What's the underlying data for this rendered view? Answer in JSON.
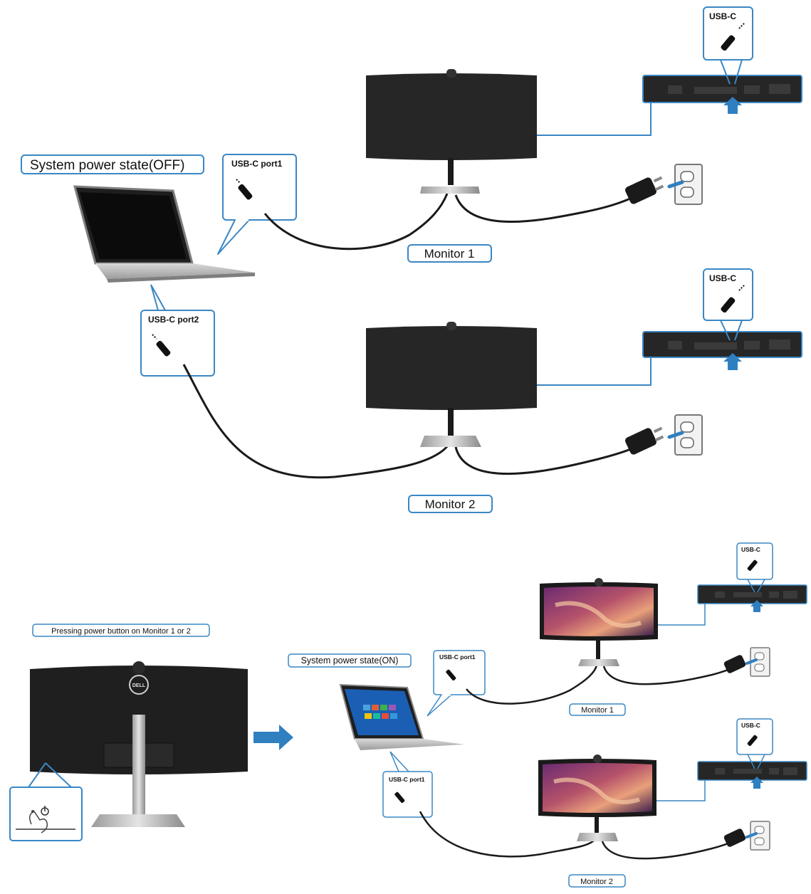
{
  "labels": {
    "sys_off": "System power state(OFF)",
    "monitor1": "Monitor 1",
    "monitor2": "Monitor 2",
    "usbc_port1": "USB-C port1",
    "usbc_port2": "USB-C port2",
    "usbc": "USB-C",
    "pressing": "Pressing power button on Monitor 1 or 2",
    "sys_on": "System power state(ON)",
    "on_port1_a": "USB-C port1",
    "on_port1_b": "USB-C port1",
    "on_monitor1": "Monitor 1",
    "on_monitor2": "Monitor 2",
    "on_usbc_1": "USB-C",
    "on_usbc_2": "USB-C",
    "brand": "DELL"
  },
  "colors": {
    "accent_blue": "#3a87c4",
    "arrow_blue": "#2f7fc1",
    "device_dark": "#262626",
    "cable": "#1a1a1a"
  }
}
